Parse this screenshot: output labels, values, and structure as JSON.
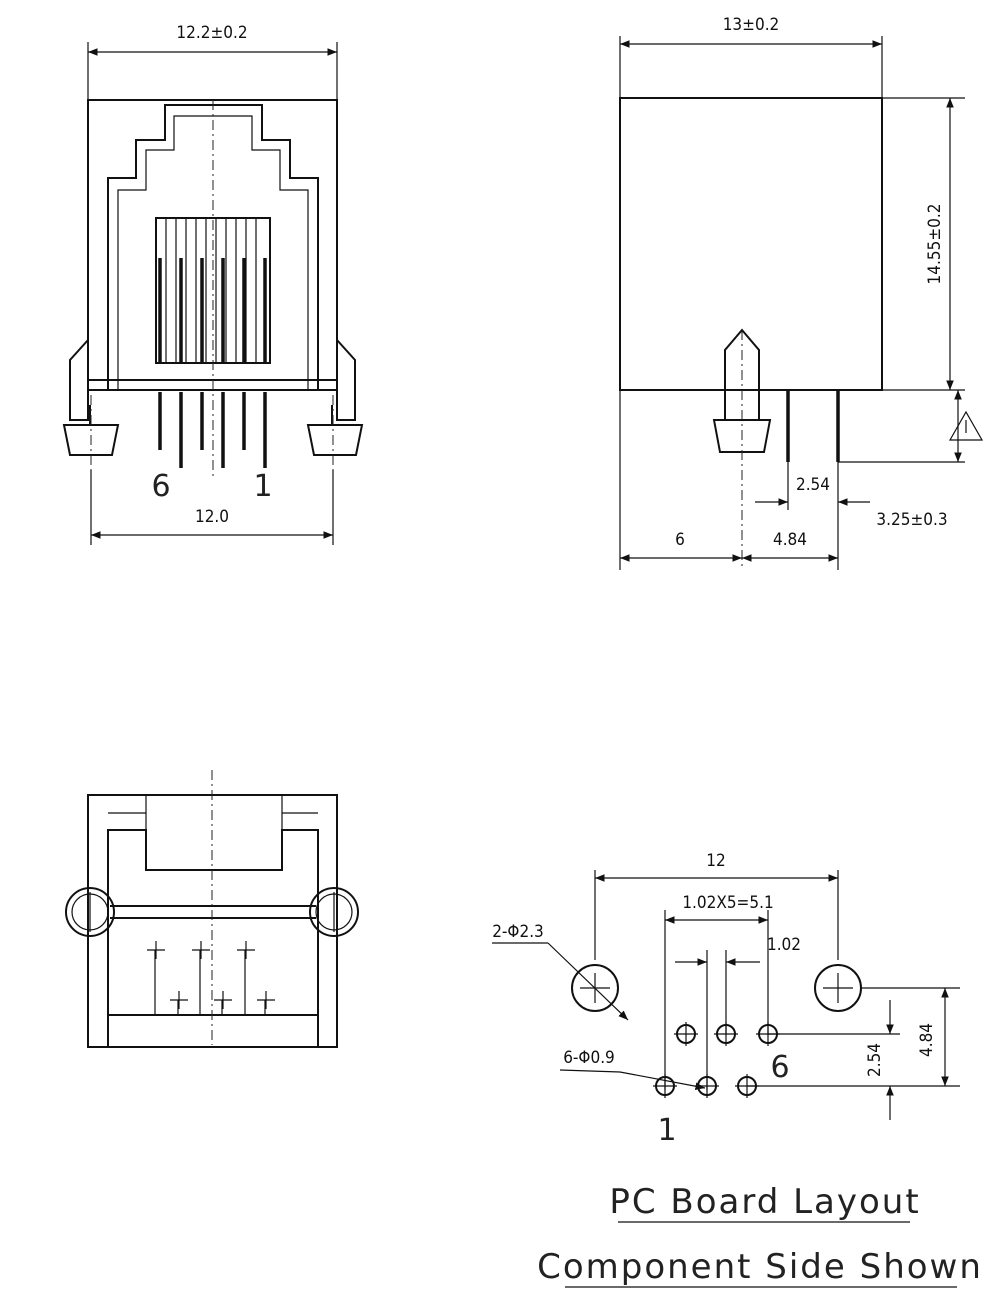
{
  "front_view": {
    "width_top": "12.2±0.2",
    "width_bottom": "12.0",
    "pin_label_left": "6",
    "pin_label_right": "1"
  },
  "side_view": {
    "depth": "13±0.2",
    "height": "14.55±0.2",
    "pitch": "2.54",
    "pin_length": "3.25±0.3",
    "offset_a": "6",
    "offset_b": "4.84"
  },
  "pcb_layout": {
    "span": "12",
    "row_span": "1.02X5=5.1",
    "pin_pitch": "1.02",
    "mount_holes": "2-Φ2.3",
    "pin_holes": "6-Φ0.9",
    "row_offset": "2.54",
    "mount_offset": "4.84",
    "pin_label_6": "6",
    "pin_label_1": "1"
  },
  "caption": {
    "line1": "PC Board Layout",
    "line2": "Component Side Shown"
  }
}
